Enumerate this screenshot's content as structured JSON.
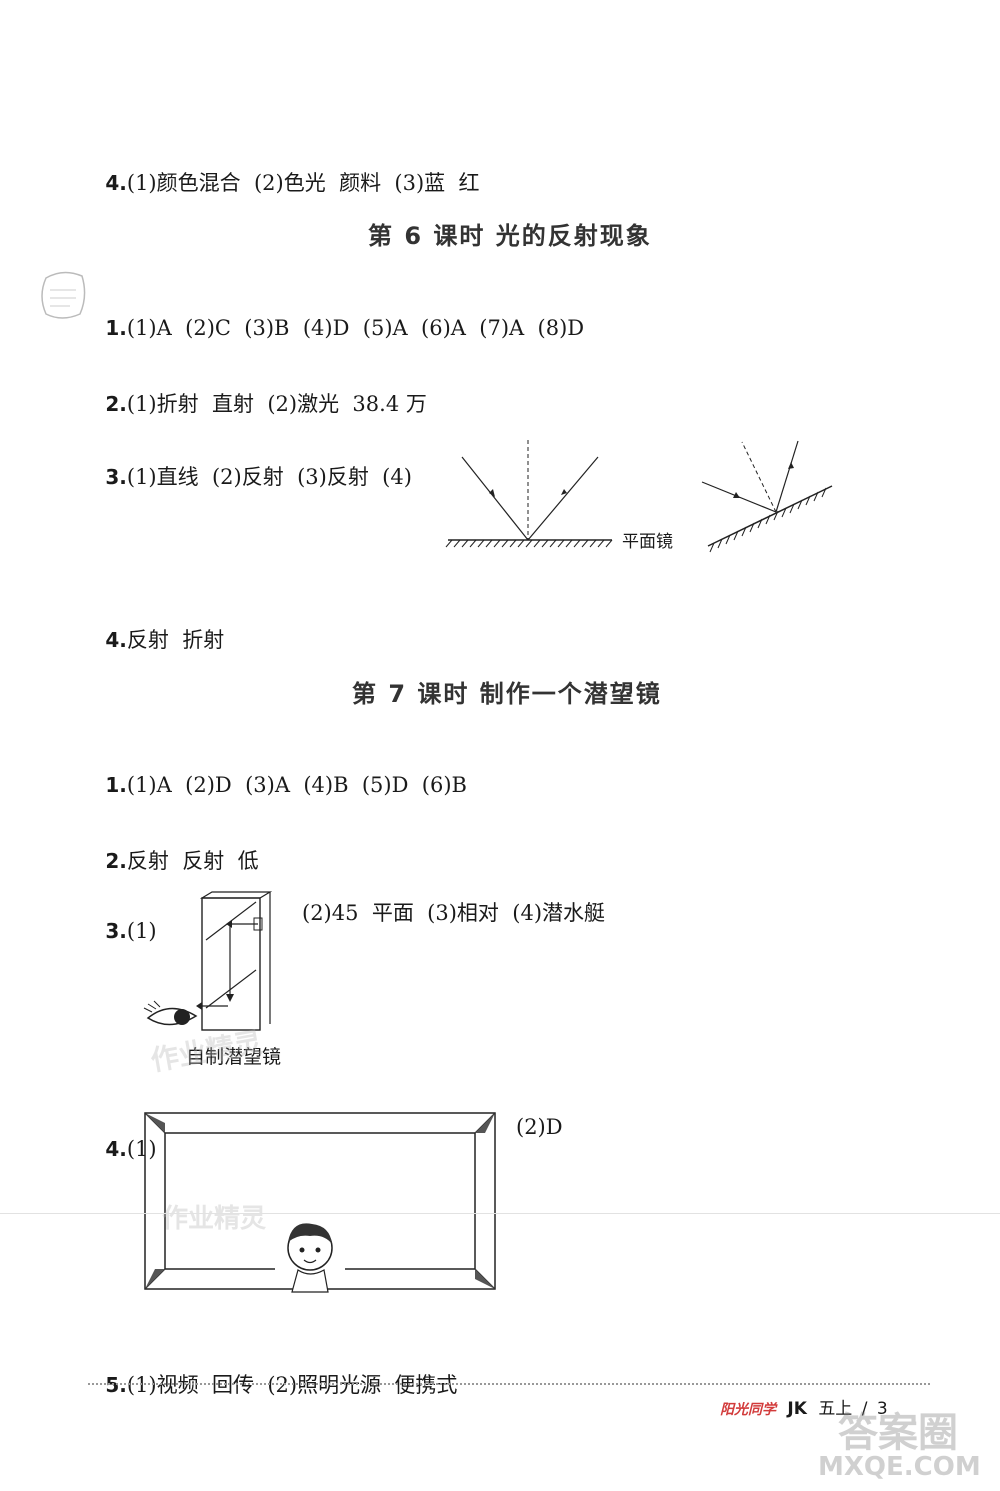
{
  "lesson5_q4": {
    "num": "4.",
    "text": "(1)颜色混合  (2)色光  颜料  (3)蓝  红"
  },
  "lesson6": {
    "title": "第 6 课时   光的反射现象",
    "q1": {
      "num": "1.",
      "text": "(1)A  (2)C  (3)B  (4)D  (5)A  (6)A  (7)A  (8)D"
    },
    "q2": {
      "num": "2.",
      "text": "(1)折射  直射  (2)激光  38.4 万"
    },
    "q3": {
      "num": "3.",
      "text": "(1)直线  (2)反射  (3)反射  (4)",
      "mirror_label": "平面镜"
    },
    "q4": {
      "num": "4.",
      "text": "反射  折射"
    }
  },
  "lesson7": {
    "title": "第 7 课时   制作一个潜望镜",
    "q1": {
      "num": "1.",
      "text": "(1)A  (2)D  (3)A  (4)B  (5)D  (6)B"
    },
    "q2": {
      "num": "2.",
      "text": "反射  反射  低"
    },
    "q3": {
      "num": "3.",
      "part1": "(1)",
      "rest": "(2)45  平面  (3)相对  (4)潜水艇",
      "caption": "自制潜望镜"
    },
    "q4": {
      "num": "4.",
      "part1": "(1)",
      "part2": "(2)D"
    },
    "q5": {
      "num": "5.",
      "text": "(1)视频  回传  (2)照明光源  便携式"
    }
  },
  "watermarks": {
    "w1": "作业精灵",
    "w2": "作业精灵",
    "w3": "答案圈",
    "w4": "MXQE.COM"
  },
  "footer": {
    "brand": "阳光同学",
    "code": "JK",
    "grade": "五上",
    "sep": "/",
    "page": "3"
  }
}
